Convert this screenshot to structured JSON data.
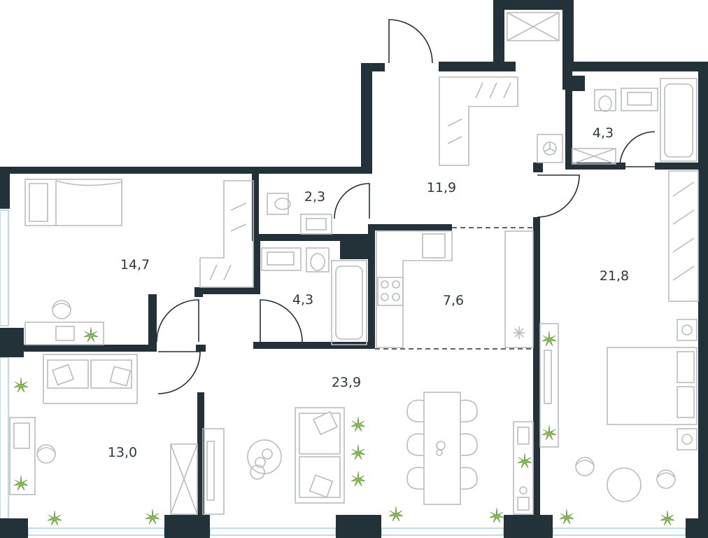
{
  "plan": {
    "rooms": [
      {
        "id": "hall",
        "area": "11,9"
      },
      {
        "id": "bath-top",
        "area": "4,3"
      },
      {
        "id": "wc",
        "area": "2,3"
      },
      {
        "id": "bedroom-left",
        "area": "14,7"
      },
      {
        "id": "bath-mid",
        "area": "4,3"
      },
      {
        "id": "kitchen",
        "area": "7,6"
      },
      {
        "id": "bedroom-master",
        "area": "21,8"
      },
      {
        "id": "living",
        "area": "23,9"
      },
      {
        "id": "bedroom-small",
        "area": "13,0"
      }
    ],
    "colors": {
      "wall": "#233238",
      "furniture": "#b9bdbf",
      "window": "#8fc6e6",
      "plant": "#8bc34a"
    }
  }
}
